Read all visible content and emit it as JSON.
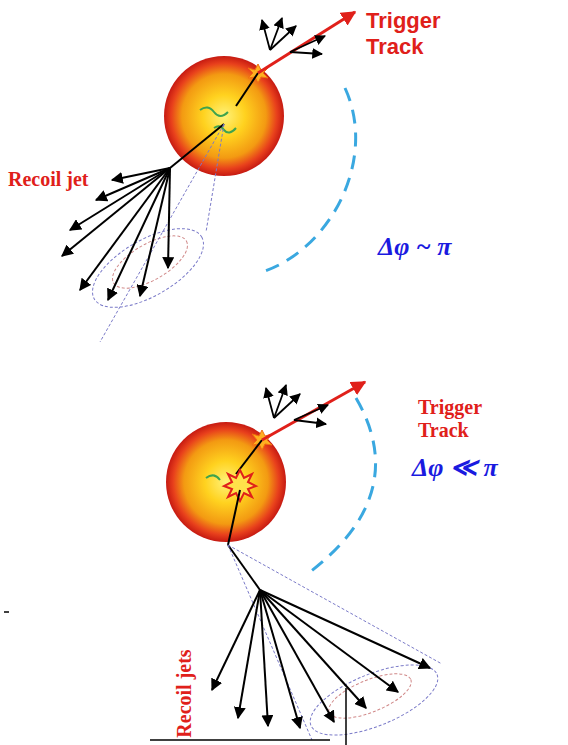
{
  "diagram": {
    "labels": [
      "Trigger Track",
      "Recoil jet",
      "Δφ ~ π",
      "Trigger Track",
      "Δφ ≪ π",
      "Recoil jets"
    ]
  }
}
